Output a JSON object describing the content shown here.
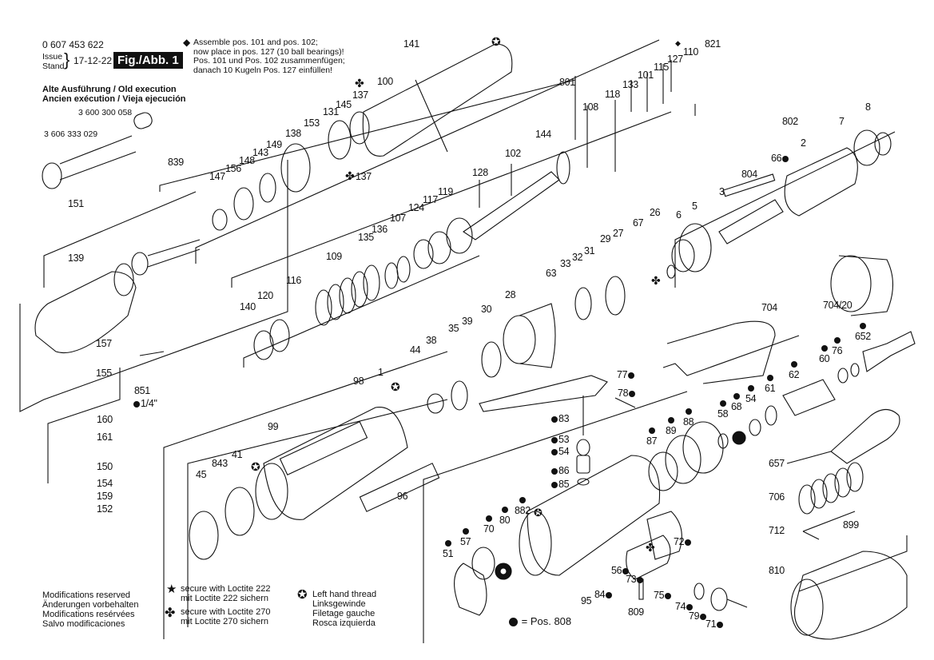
{
  "header": {
    "part_number": "0 607 453 622",
    "issue_label_1": "Issue",
    "issue_label_2": "Stand",
    "issue_date": "17-12-22",
    "figure_label": "Fig./Abb. 1"
  },
  "old_execution": {
    "line1": "Alte Ausführung / Old execution",
    "line2": "Ancien exécution / Vieja ejecución",
    "part_a": "3 600 300 058",
    "part_b": "3 606 333 029"
  },
  "assembly_note": {
    "symbol": "diamond",
    "line1": "Assemble pos. 101 and pos. 102;",
    "line2": "now place in pos. 127 (10 ball bearings)!",
    "line3": "Pos. 101 und Pos. 102 zusammenfügen;",
    "line4": "danach 10 Kugeln Pos. 127 einfüllen!"
  },
  "footer": {
    "modifications": [
      "Modifications reserved",
      "Änderungen vorbehalten",
      "Modifications resérvées",
      "Salvo modificaciones"
    ],
    "loctite_222": [
      "secure with Loctite 222",
      "mit Loctite 222 sichern"
    ],
    "loctite_270": [
      "secure with Loctite 270",
      "mit Loctite 270 sichern"
    ],
    "left_hand_thread": [
      "Left hand thread",
      "Linksgewinde",
      "Filetage gauche",
      "Rosca izquierda"
    ],
    "pos_808": "= Pos. 808"
  },
  "callouts": [
    {
      "id": "c821",
      "text": "821"
    },
    {
      "id": "c110",
      "text": "110"
    },
    {
      "id": "c127",
      "text": "127"
    },
    {
      "id": "c115",
      "text": "115"
    },
    {
      "id": "c101",
      "text": "101"
    },
    {
      "id": "c133",
      "text": "133"
    },
    {
      "id": "c118",
      "text": "118"
    },
    {
      "id": "c108",
      "text": "108"
    },
    {
      "id": "c801",
      "text": "801"
    },
    {
      "id": "c141",
      "text": "141"
    },
    {
      "id": "c100",
      "text": "100"
    },
    {
      "id": "c137a",
      "text": "137"
    },
    {
      "id": "c145",
      "text": "145"
    },
    {
      "id": "c131",
      "text": "131"
    },
    {
      "id": "c153",
      "text": "153"
    },
    {
      "id": "c138",
      "text": "138"
    },
    {
      "id": "c149",
      "text": "149"
    },
    {
      "id": "c143",
      "text": "143"
    },
    {
      "id": "c148",
      "text": "148"
    },
    {
      "id": "c156",
      "text": "156"
    },
    {
      "id": "c147",
      "text": "147"
    },
    {
      "id": "c137b",
      "text": "137"
    },
    {
      "id": "c144",
      "text": "144"
    },
    {
      "id": "c102",
      "text": "102"
    },
    {
      "id": "c128",
      "text": "128"
    },
    {
      "id": "c119",
      "text": "119"
    },
    {
      "id": "c117",
      "text": "117"
    },
    {
      "id": "c124",
      "text": "124"
    },
    {
      "id": "c107",
      "text": "107"
    },
    {
      "id": "c136",
      "text": "136"
    },
    {
      "id": "c135",
      "text": "135"
    },
    {
      "id": "c109",
      "text": "109"
    },
    {
      "id": "c116",
      "text": "116"
    },
    {
      "id": "c120",
      "text": "120"
    },
    {
      "id": "c140",
      "text": "140"
    },
    {
      "id": "c839",
      "text": "839"
    },
    {
      "id": "c151",
      "text": "151"
    },
    {
      "id": "c139",
      "text": "139"
    },
    {
      "id": "c157",
      "text": "157"
    },
    {
      "id": "c155",
      "text": "155"
    },
    {
      "id": "c851",
      "text": "851"
    },
    {
      "id": "c14",
      "text": "1/4\""
    },
    {
      "id": "c160",
      "text": "160"
    },
    {
      "id": "c161",
      "text": "161"
    },
    {
      "id": "c150",
      "text": "150"
    },
    {
      "id": "c154",
      "text": "154"
    },
    {
      "id": "c159",
      "text": "159"
    },
    {
      "id": "c152",
      "text": "152"
    },
    {
      "id": "c802",
      "text": "802"
    },
    {
      "id": "c7",
      "text": "7"
    },
    {
      "id": "c8",
      "text": "8"
    },
    {
      "id": "c2",
      "text": "2"
    },
    {
      "id": "c66",
      "text": "66"
    },
    {
      "id": "c804",
      "text": "804"
    },
    {
      "id": "c3",
      "text": "3"
    },
    {
      "id": "c5",
      "text": "5"
    },
    {
      "id": "c6",
      "text": "6"
    },
    {
      "id": "c26",
      "text": "26"
    },
    {
      "id": "c67",
      "text": "67"
    },
    {
      "id": "c27",
      "text": "27"
    },
    {
      "id": "c29",
      "text": "29"
    },
    {
      "id": "c31",
      "text": "31"
    },
    {
      "id": "c32",
      "text": "32"
    },
    {
      "id": "c33",
      "text": "33"
    },
    {
      "id": "c63",
      "text": "63"
    },
    {
      "id": "c28",
      "text": "28"
    },
    {
      "id": "c30",
      "text": "30"
    },
    {
      "id": "c39",
      "text": "39"
    },
    {
      "id": "c35",
      "text": "35"
    },
    {
      "id": "c38",
      "text": "38"
    },
    {
      "id": "c44",
      "text": "44"
    },
    {
      "id": "c70420",
      "text": "704/20"
    },
    {
      "id": "c704",
      "text": "704"
    },
    {
      "id": "c652",
      "text": "652"
    },
    {
      "id": "c76",
      "text": "76"
    },
    {
      "id": "c60",
      "text": "60"
    },
    {
      "id": "c62",
      "text": "62"
    },
    {
      "id": "c61",
      "text": "61"
    },
    {
      "id": "c54b",
      "text": "54"
    },
    {
      "id": "c68",
      "text": "68"
    },
    {
      "id": "c58",
      "text": "58"
    },
    {
      "id": "c77",
      "text": "77"
    },
    {
      "id": "c78",
      "text": "78"
    },
    {
      "id": "c83",
      "text": "83"
    },
    {
      "id": "c53",
      "text": "53"
    },
    {
      "id": "c54a",
      "text": "54"
    },
    {
      "id": "c86",
      "text": "86"
    },
    {
      "id": "c85",
      "text": "85"
    },
    {
      "id": "c87",
      "text": "87"
    },
    {
      "id": "c89",
      "text": "89"
    },
    {
      "id": "c88",
      "text": "88"
    },
    {
      "id": "c98",
      "text": "98"
    },
    {
      "id": "c1",
      "text": "1"
    },
    {
      "id": "c99",
      "text": "99"
    },
    {
      "id": "c843",
      "text": "843"
    },
    {
      "id": "c41",
      "text": "41"
    },
    {
      "id": "c45",
      "text": "45"
    },
    {
      "id": "c96",
      "text": "96"
    },
    {
      "id": "c657",
      "text": "657"
    },
    {
      "id": "c706",
      "text": "706"
    },
    {
      "id": "c712",
      "text": "712"
    },
    {
      "id": "c899",
      "text": "899"
    },
    {
      "id": "c810",
      "text": "810"
    },
    {
      "id": "c51",
      "text": "51"
    },
    {
      "id": "c57",
      "text": "57"
    },
    {
      "id": "c70",
      "text": "70"
    },
    {
      "id": "c80",
      "text": "80"
    },
    {
      "id": "c882",
      "text": "882"
    },
    {
      "id": "c95",
      "text": "95"
    },
    {
      "id": "c84",
      "text": "84"
    },
    {
      "id": "c56",
      "text": "56"
    },
    {
      "id": "c73",
      "text": "73"
    },
    {
      "id": "c809",
      "text": "809"
    },
    {
      "id": "c75",
      "text": "75"
    },
    {
      "id": "c72",
      "text": "72"
    },
    {
      "id": "c74",
      "text": "74"
    },
    {
      "id": "c79",
      "text": "79"
    },
    {
      "id": "c71",
      "text": "71"
    }
  ]
}
